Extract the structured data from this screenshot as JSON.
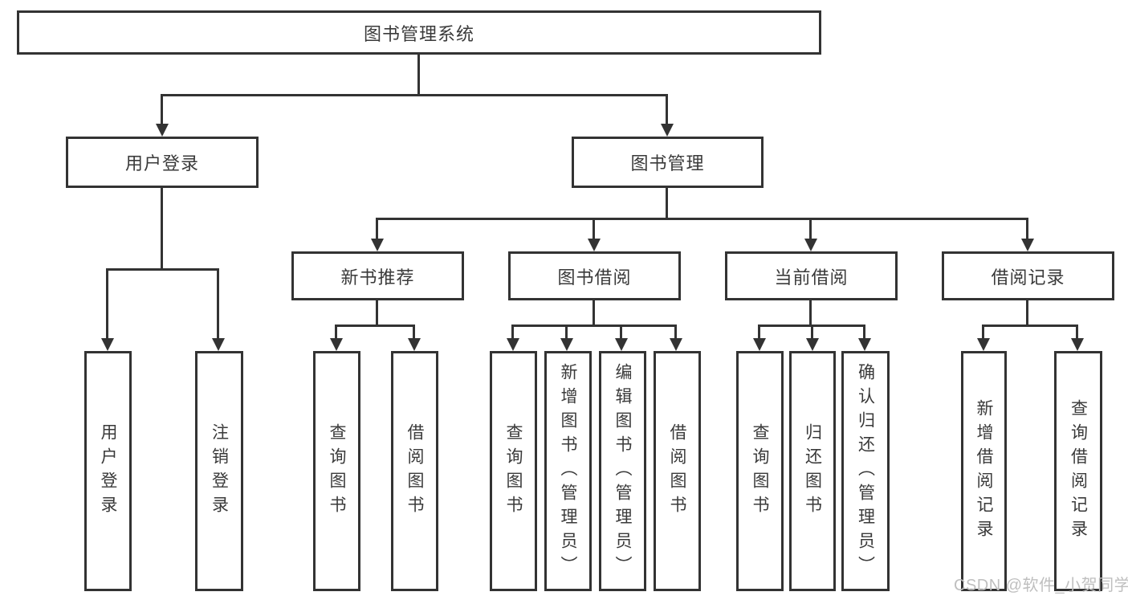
{
  "diagram": {
    "root": {
      "label": "图书管理系统"
    },
    "user_login": {
      "label": "用户登录",
      "leaves": [
        {
          "label": "用户登录"
        },
        {
          "label": "注销登录"
        }
      ]
    },
    "book_mgmt": {
      "label": "图书管理",
      "children": [
        {
          "label": "新书推荐",
          "leaves": [
            {
              "label": "查询图书"
            },
            {
              "label": "借阅图书"
            }
          ]
        },
        {
          "label": "图书借阅",
          "leaves": [
            {
              "label": "查询图书"
            },
            {
              "label": "新增图书（管理员）"
            },
            {
              "label": "编辑图书（管理员）"
            },
            {
              "label": "借阅图书"
            }
          ]
        },
        {
          "label": "当前借阅",
          "leaves": [
            {
              "label": "查询图书"
            },
            {
              "label": "归还图书"
            },
            {
              "label": "确认归还（管理员）"
            }
          ]
        },
        {
          "label": "借阅记录",
          "leaves": [
            {
              "label": "新增借阅记录"
            },
            {
              "label": "查询借阅记录"
            }
          ]
        }
      ]
    }
  },
  "watermark": {
    "text": "CSDN @软件_小贺同学"
  },
  "colors": {
    "line": "#333333",
    "text": "#3a3a3a",
    "watermark": "#bfbfbf",
    "background": "#ffffff"
  }
}
